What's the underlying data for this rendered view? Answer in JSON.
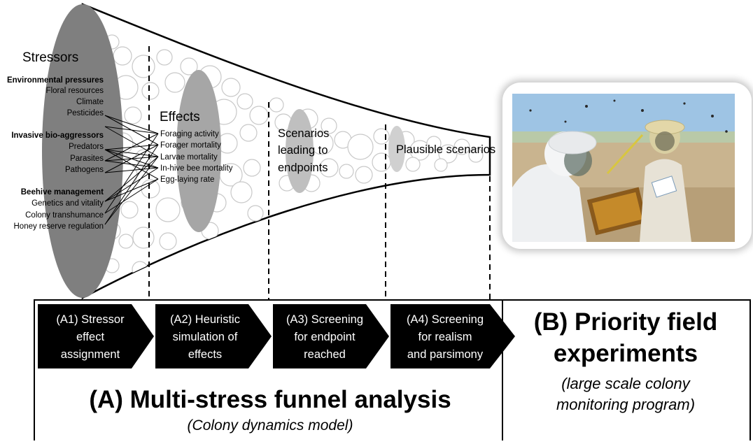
{
  "stressors": {
    "title": "Stressors",
    "groups": [
      {
        "heading": "Environmental pressures",
        "items": [
          "Floral resources",
          "Climate",
          "Pesticides"
        ]
      },
      {
        "heading": "Invasive bio-aggressors",
        "items": [
          "Predators",
          "Parasites",
          "Pathogens"
        ]
      },
      {
        "heading": "Beehive management",
        "items": [
          "Genetics and vitality",
          "Colony transhumance",
          "Honey reserve regulation"
        ]
      }
    ]
  },
  "effects": {
    "title": "Effects",
    "items": [
      "Foraging activity",
      "Forager mortality",
      "Larvae mortality",
      "In-hive bee mortality",
      "Egg-laying rate"
    ]
  },
  "scenarios": {
    "endpoints_lines": [
      "Scenarios",
      "leading to",
      "endpoints"
    ],
    "plausible": "Plausible scenarios"
  },
  "steps": [
    {
      "lines": [
        "(A1) Stressor",
        "effect",
        "assignment"
      ]
    },
    {
      "lines": [
        "(A2) Heuristic",
        "simulation of",
        "effects"
      ]
    },
    {
      "lines": [
        "(A3) Screening",
        "for endpoint",
        "reached"
      ]
    },
    {
      "lines": [
        "(A4) Screening",
        "for realism",
        "and parsimony"
      ]
    }
  ],
  "panel_a": {
    "title": "(A) Multi-stress funnel analysis",
    "subtitle": "(Colony dynamics model)"
  },
  "panel_b": {
    "title_lines": [
      "(B) Priority field",
      "experiments"
    ],
    "subtitle_lines": [
      "(large scale colony",
      "monitoring program)"
    ]
  },
  "colors": {
    "stressor_ellipse": "#7f7f7f",
    "effects_ellipse": "#a6a6a6",
    "scenario_ellipse": "#bfbfbf",
    "plausible_ellipse": "#d0d0d0",
    "arrow": "#000000",
    "sky": "#9ec4e4",
    "field": "#c9b48f"
  }
}
